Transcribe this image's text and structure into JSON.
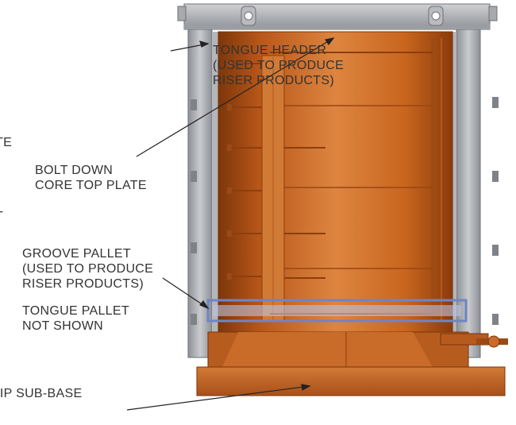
{
  "labels": {
    "tongue_header": "TONGUE HEADER\n(USED TO PRODUCE\nRISER PRODUCTS)",
    "bolt_down": "BOLT DOWN\nCORE TOP PLATE",
    "groove_pallet": "GROOVE PALLET\n(USED TO PRODUCE\nRISER PRODUCTS)",
    "tongue_pallet": "TONGUE PALLET\nNOT SHOWN",
    "strip_sub_base": "TRIP SUB-BASE",
    "fragment_te": "TE",
    "fragment_t": "T"
  },
  "colors": {
    "core_orange": "#c8651e",
    "core_dark": "#8f3f0c",
    "core_light": "#e08a45",
    "steel": "#a7a9ad",
    "steel_dark": "#6d7075",
    "text": "#333333"
  }
}
